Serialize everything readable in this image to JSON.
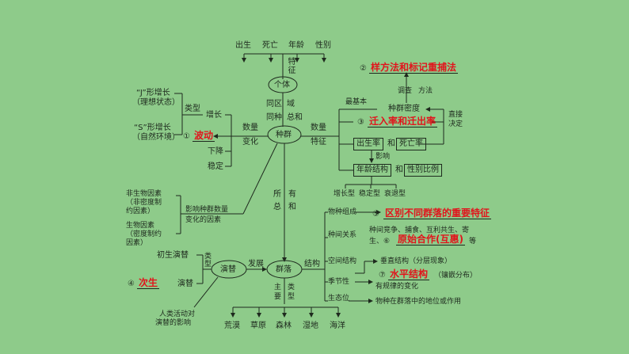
{
  "top": {
    "traits": [
      "出生",
      "死亡",
      "年龄",
      "性别"
    ],
    "trait_label": "特征",
    "individual": "个体",
    "link_chars": [
      "同区",
      "同种"
    ],
    "link_chars2": [
      "域",
      "总和"
    ]
  },
  "population": {
    "name": "种群",
    "left_label": [
      "数量",
      "变化"
    ],
    "right_label": [
      "数量",
      "特征"
    ],
    "types_label": "类型",
    "j_curve": [
      "“J”形增长",
      "（理想状态）"
    ],
    "s_curve": [
      "“S”形增长",
      "（自然环境）"
    ],
    "growth": "增长",
    "decline": "下降",
    "stable": "稳定",
    "fluctuation_num": "①",
    "fluctuation": "波动",
    "factors_abiotic": [
      "非生物因素",
      "（非密度制",
      "约因素）"
    ],
    "factors_biotic": [
      "生物因素",
      "（密度制约",
      "因素）"
    ],
    "factors_label": [
      "影响种群数量",
      "变化的因素"
    ]
  },
  "features": {
    "method_num": "②",
    "method": "样方法和标记重捕法",
    "survey_label": [
      "调查",
      "方法"
    ],
    "basic": "最基本",
    "density": "种群密度",
    "direct": [
      "直接",
      "决定"
    ],
    "migration_num": "③",
    "migration": "迁入率和迁出率",
    "birth": "出生率",
    "and1": "和",
    "death": "死亡率",
    "influence": "影响",
    "age": "年龄结构",
    "and2": "和",
    "sex": "性别比例",
    "age_types": [
      "增长型",
      "稳定型",
      "衰退型"
    ]
  },
  "middle": {
    "includes": [
      "所",
      "有"
    ],
    "includes2": [
      "总",
      "和"
    ]
  },
  "community": {
    "name": "群落",
    "succession": "演替",
    "develop": "发展",
    "types_label": "类型",
    "primary": "初生演替",
    "secondary_num": "④",
    "secondary": "次生",
    "secondary_tail": "演替",
    "human": [
      "人类活动对",
      "演替的影响"
    ],
    "structure_label": "结构",
    "composition": "物种组成",
    "distinguish_num": "⑤",
    "distinguish": "区别不同群落的重要特征",
    "interaction": "种间关系",
    "interaction_detail": [
      "种间竞争、捕食、互利共生、寄",
      "生、⑥"
    ],
    "coop": "原始合作(互惠)",
    "coop_tail": "等",
    "spatial": "空间结构",
    "vertical": "垂直结构（分层现象）",
    "horizontal_num": "⑦",
    "horizontal": "水平结构",
    "horizontal_tail": "（镶嵌分布）",
    "seasonal": "季节性",
    "seasonal_detail": "有规律的变化",
    "niche": "生态位",
    "niche_detail": "物种在群落中的地位或作用",
    "main_types_label": [
      "主",
      "要"
    ],
    "main_types_label2": [
      "类",
      "型"
    ],
    "main_types": [
      "荒漠",
      "草原",
      "森林",
      "湿地",
      "海洋"
    ]
  }
}
